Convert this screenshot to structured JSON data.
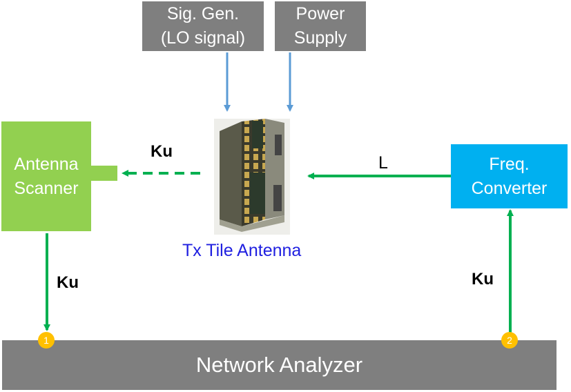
{
  "blocks": {
    "sig_gen": {
      "line1": "Sig. Gen.",
      "line2": "(LO signal)"
    },
    "power_supply": {
      "line1": "Power",
      "line2": "Supply"
    },
    "antenna_scanner": {
      "line1": "Antenna",
      "line2": "Scanner"
    },
    "freq_converter": {
      "line1": "Freq.",
      "line2": "Converter"
    },
    "network_analyzer": "Network Analyzer",
    "tx_antenna": "Tx Tile Antenna"
  },
  "signals": {
    "ku_top": "Ku",
    "l_band": "L",
    "ku_left": "Ku",
    "ku_right": "Ku"
  },
  "ports": {
    "port1": "1",
    "port2": "2"
  },
  "colors": {
    "gray": "#7f7f7f",
    "green_block": "#92d050",
    "blue_block": "#00b0f0",
    "signal_arrow": "#00b050",
    "control_arrow": "#5b9bd5",
    "port_marker": "#ffc000",
    "antenna_label": "#2020e0"
  }
}
